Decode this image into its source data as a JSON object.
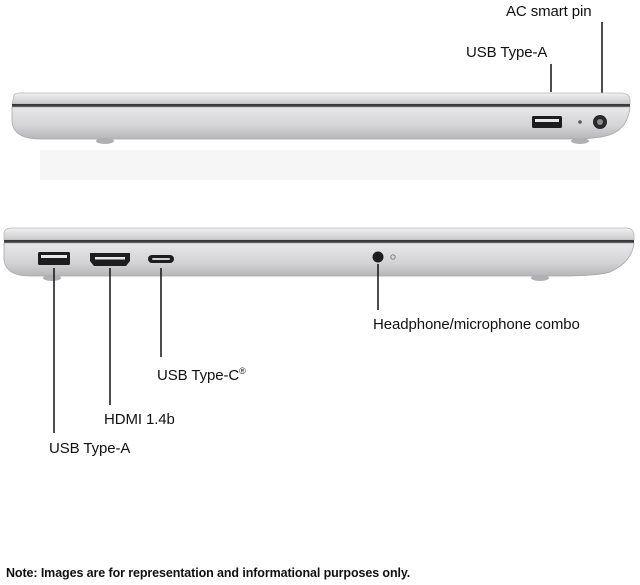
{
  "labels": {
    "ac_smart_pin": "AC smart pin",
    "usb_type_a_right": "USB Type-A",
    "headphone_mic_combo": "Headphone/microphone combo",
    "usb_type_c": "USB Type-C",
    "usb_type_c_mark": "®",
    "hdmi": "HDMI 1.4b",
    "usb_type_a_left": "USB Type-A"
  },
  "note": "Note: Images are for representation and informational purposes only.",
  "colors": {
    "chassis": "#d9d9da",
    "chassis_shadow": "#a9a9ab",
    "leader_line": "#111111"
  }
}
